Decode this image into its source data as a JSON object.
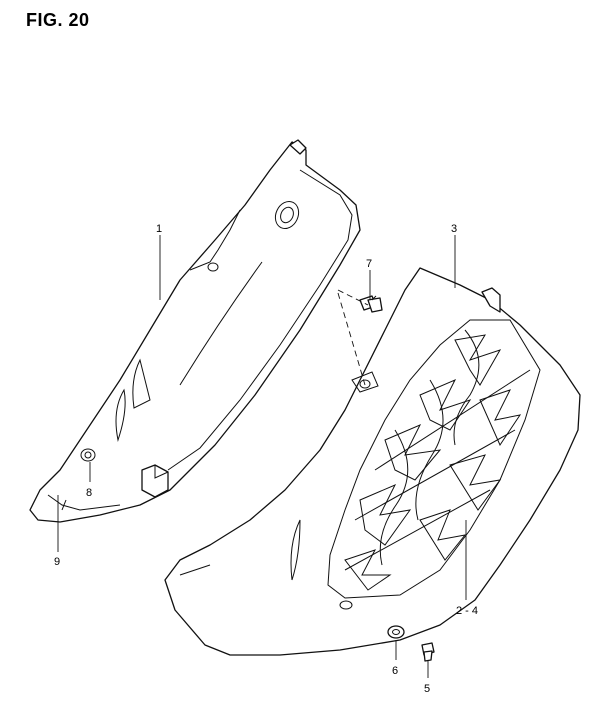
{
  "figure": {
    "title": "FIG. 20",
    "labels": {
      "p1": "1",
      "p3": "3",
      "p7": "7",
      "p8": "8",
      "p9": "9",
      "p24": "2 - 4",
      "p6": "6",
      "p5": "5"
    }
  }
}
